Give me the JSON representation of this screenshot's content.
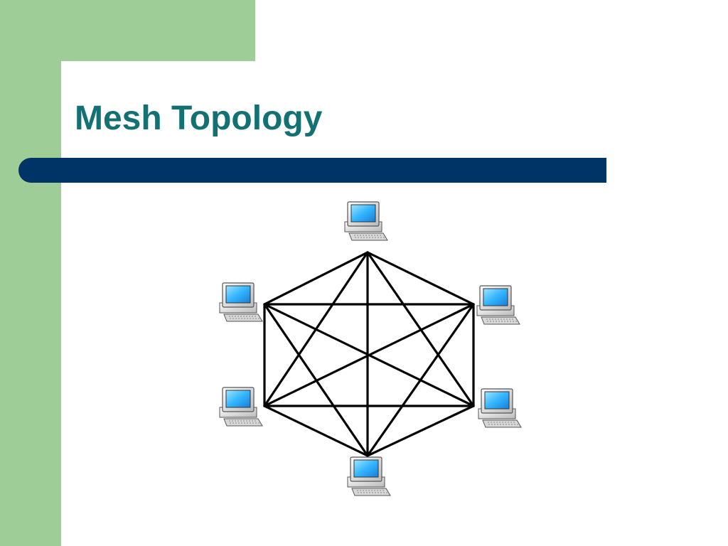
{
  "slide": {
    "title": "Mesh Topology"
  },
  "diagram": {
    "nodes": [
      {
        "id": "computer-top",
        "icon": "computer-icon"
      },
      {
        "id": "computer-upper-left",
        "icon": "computer-icon"
      },
      {
        "id": "computer-upper-right",
        "icon": "computer-icon"
      },
      {
        "id": "computer-lower-left",
        "icon": "computer-icon"
      },
      {
        "id": "computer-lower-right",
        "icon": "computer-icon"
      },
      {
        "id": "computer-bottom",
        "icon": "computer-icon"
      }
    ],
    "connections": "full-mesh",
    "colors": {
      "line": "#000000",
      "screen": "#33b5ff",
      "accent_bar": "#003366",
      "title": "#137173",
      "background_band": "#9ecd97"
    }
  }
}
